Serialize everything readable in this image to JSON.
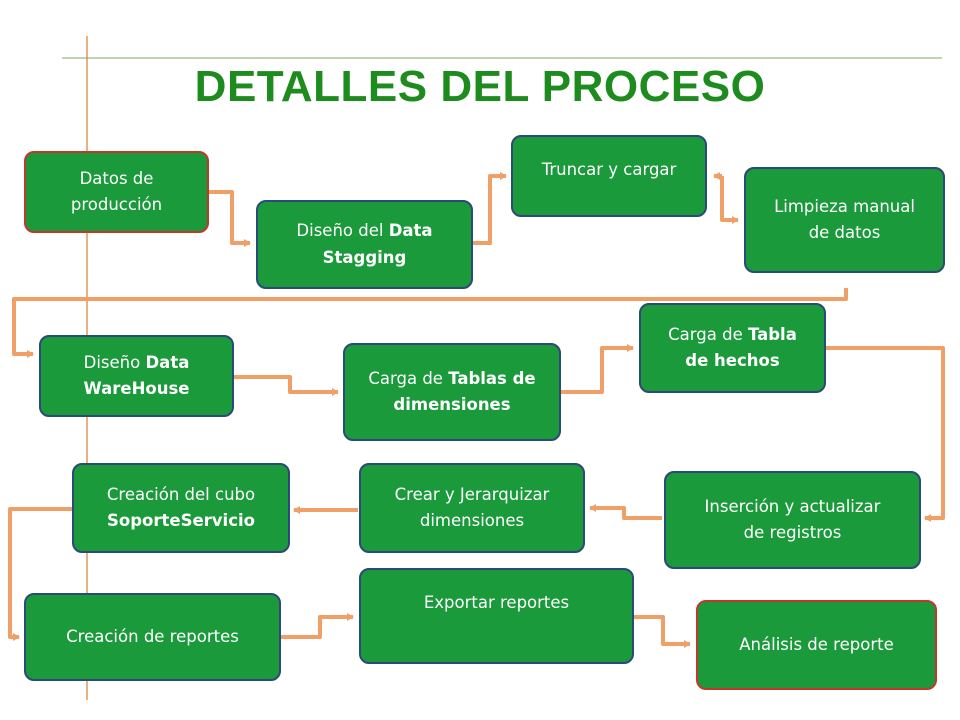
{
  "title": "DETALLES DEL PROCESO",
  "colors": {
    "box_fill": "#1a9a3a",
    "box_border": "#2b4a7a",
    "box_border_highlight": "#c0392b",
    "title": "#1e8b1e",
    "connector": "#f0a066",
    "guide_lines": "#e07a30"
  },
  "nodes": {
    "datos_produccion": {
      "p1": "Datos de",
      "p2": "producción"
    },
    "diseno_staging": {
      "p1": "Diseño del ",
      "b1": "Data",
      "b2": "Stagging"
    },
    "truncar": {
      "p1": "Truncar y cargar"
    },
    "limpieza": {
      "p1": "Limpieza manual",
      "p2": "de datos"
    },
    "diseno_dw": {
      "p1": "Diseño ",
      "b1": "Data",
      "b2": "WareHouse"
    },
    "carga_dimensiones": {
      "p1": "Carga de ",
      "b1": "Tablas de",
      "b2": "dimensiones"
    },
    "carga_hechos": {
      "p1": "Carga de ",
      "b1": "Tabla",
      "b2": "de hechos"
    },
    "creacion_cubo": {
      "p1": "Creación del cubo",
      "b2": "SoporteServicio"
    },
    "crear_jerarquizar": {
      "p1": "Crear y Jerarquizar",
      "p2": "dimensiones"
    },
    "insercion": {
      "p1": "Inserción y actualizar",
      "p2": "de registros"
    },
    "creacion_reportes": {
      "p1": "Creación de reportes"
    },
    "exportar": {
      "p1": "Exportar reportes"
    },
    "analisis": {
      "p1": "Análisis de reporte"
    }
  }
}
